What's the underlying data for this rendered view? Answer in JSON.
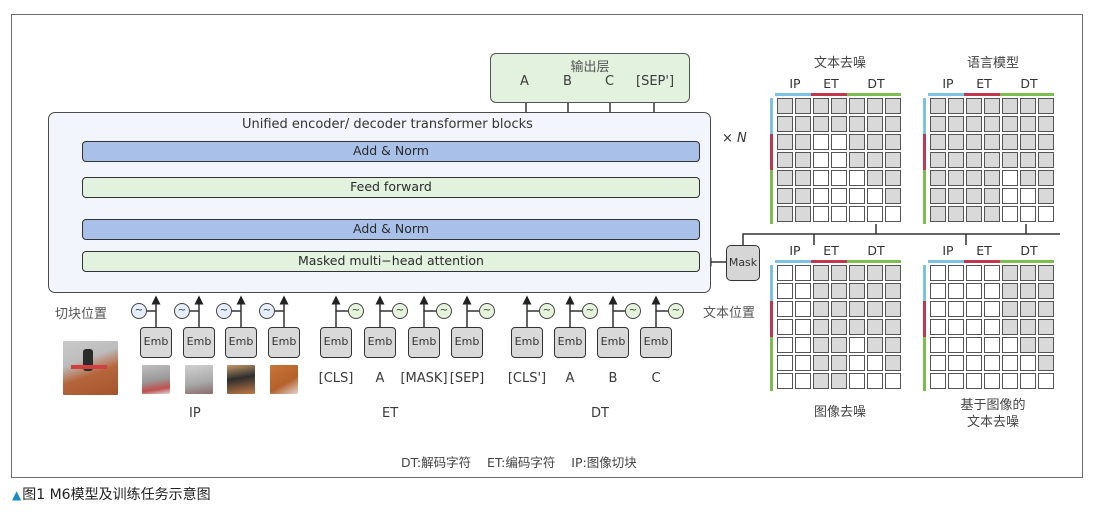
{
  "figure": {
    "caption_marker": "▲",
    "caption": "图1 M6模型及训练任务示意图",
    "legend": "DT:解码字符    ET:编码字符    IP:图像切块"
  },
  "output_layer": {
    "title": "输出层",
    "tokens": [
      "A",
      "B",
      "C",
      "[SEP']"
    ]
  },
  "transformer": {
    "title": "Unified encoder/ decoder transformer blocks",
    "repeat": "× N",
    "layers": [
      {
        "label": "Add & Norm",
        "kind": "norm"
      },
      {
        "label": "Feed forward",
        "kind": "ffn"
      },
      {
        "label": "Add & Norm",
        "kind": "norm"
      },
      {
        "label": "Masked multi−head attention",
        "kind": "attention"
      }
    ]
  },
  "mask": {
    "label": "Mask"
  },
  "position_labels": {
    "patch": "切块位置",
    "text": "文本位置"
  },
  "positional_symbol": "~",
  "embedding_label": "Emb",
  "input_groups": [
    {
      "name": "IP",
      "tokens": [
        "patch-1",
        "patch-2",
        "patch-3",
        "patch-4"
      ],
      "is_image": true
    },
    {
      "name": "ET",
      "tokens": [
        "[CLS]",
        "A",
        "[MASK]",
        "[SEP]"
      ],
      "is_image": false
    },
    {
      "name": "DT",
      "tokens": [
        "[CLS']",
        "A",
        "B",
        "C"
      ],
      "is_image": false
    }
  ],
  "segment_colors": {
    "IP": "#7cc3e3",
    "ET": "#c0374f",
    "DT": "#7dbf4e"
  },
  "segments": [
    "IP",
    "ET",
    "DT"
  ],
  "segment_sizes": [
    2,
    2,
    3
  ],
  "attention_masks": [
    {
      "title": "文本去噪",
      "cells": [
        [
          1,
          1,
          1,
          1,
          1,
          1,
          1
        ],
        [
          1,
          1,
          1,
          1,
          1,
          1,
          1
        ],
        [
          1,
          1,
          0,
          0,
          1,
          1,
          1
        ],
        [
          1,
          1,
          0,
          0,
          1,
          1,
          1
        ],
        [
          1,
          1,
          0,
          0,
          0,
          1,
          1
        ],
        [
          1,
          1,
          0,
          0,
          0,
          0,
          1
        ],
        [
          1,
          1,
          0,
          0,
          0,
          0,
          0
        ]
      ]
    },
    {
      "title": "语言模型",
      "cells": [
        [
          1,
          1,
          1,
          1,
          1,
          1,
          1
        ],
        [
          1,
          1,
          1,
          1,
          1,
          1,
          1
        ],
        [
          1,
          1,
          1,
          1,
          1,
          1,
          1
        ],
        [
          1,
          1,
          1,
          1,
          1,
          1,
          1
        ],
        [
          1,
          1,
          1,
          1,
          0,
          1,
          1
        ],
        [
          1,
          1,
          1,
          1,
          0,
          0,
          1
        ],
        [
          1,
          1,
          1,
          1,
          0,
          0,
          0
        ]
      ]
    },
    {
      "title": "图像去噪",
      "cells": [
        [
          0,
          0,
          1,
          1,
          1,
          1,
          1
        ],
        [
          0,
          0,
          1,
          1,
          1,
          1,
          1
        ],
        [
          0,
          0,
          1,
          1,
          1,
          1,
          1
        ],
        [
          0,
          0,
          1,
          1,
          1,
          1,
          1
        ],
        [
          0,
          0,
          1,
          1,
          0,
          1,
          1
        ],
        [
          0,
          0,
          1,
          1,
          0,
          0,
          1
        ],
        [
          0,
          0,
          1,
          1,
          0,
          0,
          0
        ]
      ]
    },
    {
      "title": "基于图像的\n文本去噪",
      "cells": [
        [
          0,
          0,
          0,
          0,
          1,
          1,
          1
        ],
        [
          0,
          0,
          0,
          0,
          1,
          1,
          1
        ],
        [
          0,
          0,
          0,
          0,
          1,
          1,
          1
        ],
        [
          0,
          0,
          0,
          0,
          1,
          1,
          1
        ],
        [
          0,
          0,
          0,
          0,
          0,
          1,
          1
        ],
        [
          0,
          0,
          0,
          0,
          0,
          0,
          1
        ],
        [
          0,
          0,
          0,
          0,
          0,
          0,
          0
        ]
      ]
    }
  ]
}
